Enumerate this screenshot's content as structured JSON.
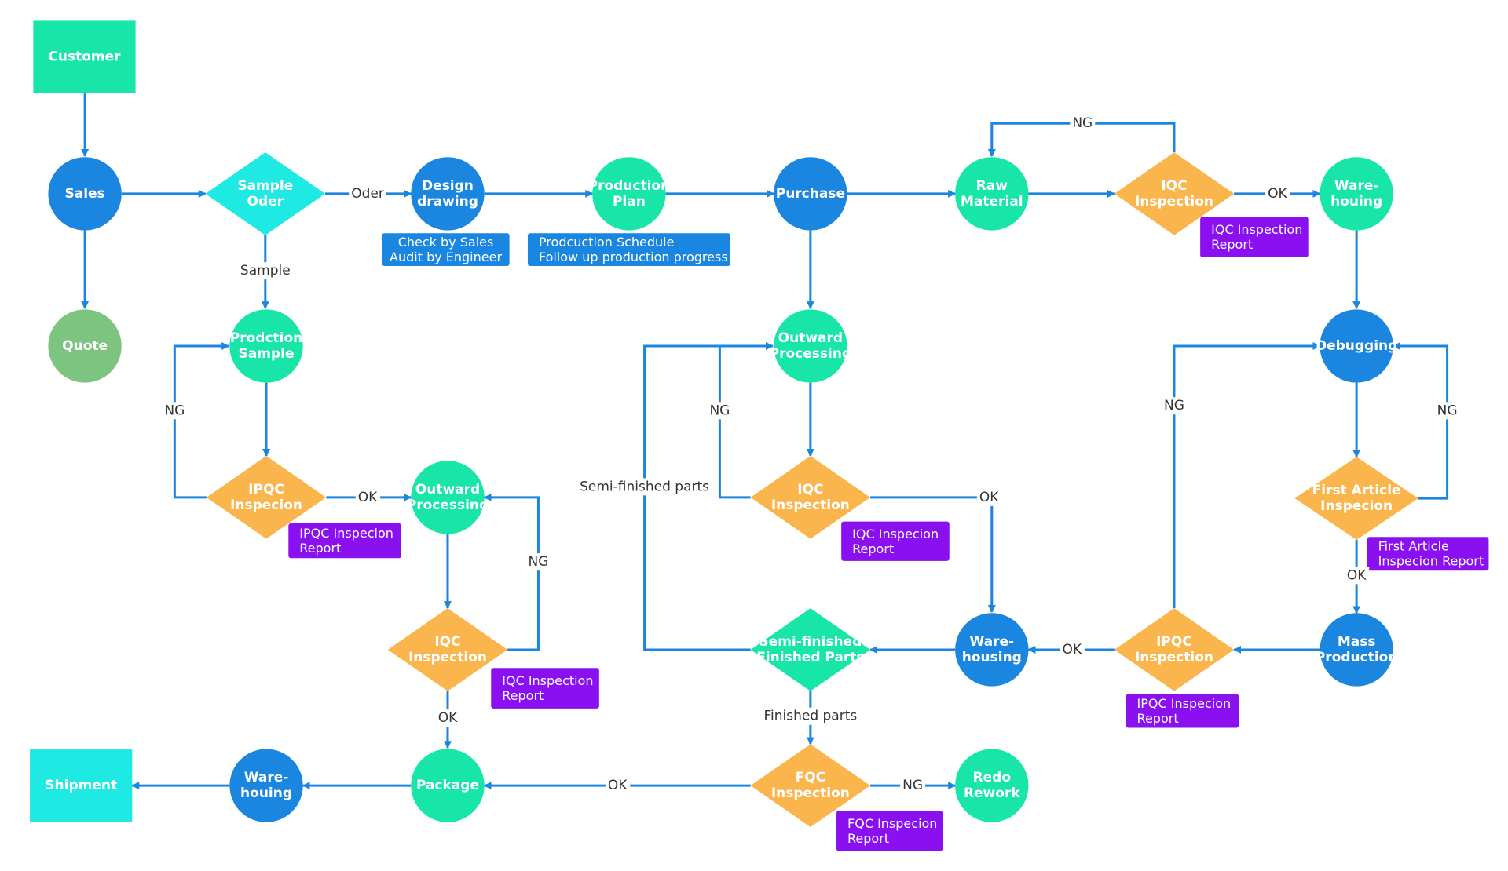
{
  "colors": {
    "edge": "#1b86e0",
    "blue": "#1a86df",
    "teal": "#17e6a8",
    "cyan": "#1ee9e3",
    "orange": "#fbb54d",
    "green": "#7dc481",
    "purple": "#8b10ef",
    "note_blue": "#1a86df"
  },
  "nodes": {
    "customer": {
      "lines": [
        "Customer"
      ],
      "shape": "rect",
      "color": "#17e6a8"
    },
    "sales": {
      "lines": [
        "Sales"
      ],
      "shape": "circle",
      "color": "#1a86df"
    },
    "quote": {
      "lines": [
        "Quote"
      ],
      "shape": "circle",
      "color": "#7dc481"
    },
    "sample_oder": {
      "lines": [
        "Sample",
        "Oder"
      ],
      "shape": "diamond",
      "color": "#1ee9e3"
    },
    "design_drawing": {
      "lines": [
        "Design",
        "drawing"
      ],
      "shape": "circle",
      "color": "#1a86df"
    },
    "production_plan": {
      "lines": [
        "Production",
        "Plan"
      ],
      "shape": "circle",
      "color": "#17e6a8"
    },
    "purchase": {
      "lines": [
        "Purchase"
      ],
      "shape": "circle",
      "color": "#1a86df"
    },
    "raw_material": {
      "lines": [
        "Raw",
        "Material"
      ],
      "shape": "circle",
      "color": "#17e6a8"
    },
    "iqc_top": {
      "lines": [
        "IQC",
        "Inspection"
      ],
      "shape": "diamond",
      "color": "#fbb54d"
    },
    "warehousing_top": {
      "lines": [
        "Ware-",
        "houing"
      ],
      "shape": "circle",
      "color": "#17e6a8"
    },
    "prodction_sample": {
      "lines": [
        "Prodction",
        "Sample"
      ],
      "shape": "circle",
      "color": "#17e6a8"
    },
    "ipqc_left": {
      "lines": [
        "IPQC",
        "Inspecion"
      ],
      "shape": "diamond",
      "color": "#fbb54d"
    },
    "outward_left": {
      "lines": [
        "Outward",
        "Processing"
      ],
      "shape": "circle",
      "color": "#17e6a8"
    },
    "iqc_left": {
      "lines": [
        "IQC",
        "Inspection"
      ],
      "shape": "diamond",
      "color": "#fbb54d"
    },
    "package": {
      "lines": [
        "Package"
      ],
      "shape": "circle",
      "color": "#17e6a8"
    },
    "warehousing_bottom": {
      "lines": [
        "Ware-",
        "houing"
      ],
      "shape": "circle",
      "color": "#1a86df"
    },
    "shipment": {
      "lines": [
        "Shipment"
      ],
      "shape": "rect",
      "color": "#1ee9e3"
    },
    "outward_mid": {
      "lines": [
        "Outward",
        "Processing"
      ],
      "shape": "circle",
      "color": "#17e6a8"
    },
    "iqc_mid": {
      "lines": [
        "IQC",
        "Inspection"
      ],
      "shape": "diamond",
      "color": "#fbb54d"
    },
    "warehousing_mid": {
      "lines": [
        "Ware-",
        "housing"
      ],
      "shape": "circle",
      "color": "#1a86df"
    },
    "semi_finished": {
      "lines": [
        "Semi-finished",
        "Finished Parts"
      ],
      "shape": "diamond",
      "color": "#17e6a8"
    },
    "fqc": {
      "lines": [
        "FQC",
        "Inspection"
      ],
      "shape": "diamond",
      "color": "#fbb54d"
    },
    "redo": {
      "lines": [
        "Redo",
        "Rework"
      ],
      "shape": "circle",
      "color": "#17e6a8"
    },
    "debugging": {
      "lines": [
        "Debugging"
      ],
      "shape": "circle",
      "color": "#1a86df"
    },
    "first_article": {
      "lines": [
        "First Article",
        "Inspecion"
      ],
      "shape": "diamond",
      "color": "#fbb54d"
    },
    "mass_production": {
      "lines": [
        "Mass",
        "Production"
      ],
      "shape": "circle",
      "color": "#1a86df"
    },
    "ipqc_right": {
      "lines": [
        "IPQC",
        "Inspection"
      ],
      "shape": "diamond",
      "color": "#fbb54d"
    }
  },
  "notes": {
    "check_sales": {
      "lines": [
        "Check by Sales",
        "Audit by Engineer"
      ],
      "color": "#1a86df"
    },
    "prod_schedule": {
      "lines": [
        "Prodcuction Schedule",
        "Follow up production progress"
      ],
      "color": "#1a86df"
    },
    "iqc_report_top": {
      "lines": [
        "IQC Inspection",
        "Report"
      ],
      "color": "#8b10ef"
    },
    "ipqc_report_left": {
      "lines": [
        "IPQC Inspecion",
        "Report"
      ],
      "color": "#8b10ef"
    },
    "iqc_report_left": {
      "lines": [
        "IQC Inspection",
        "Report"
      ],
      "color": "#8b10ef"
    },
    "iqc_report_mid": {
      "lines": [
        "IQC Inspecion",
        "Report"
      ],
      "color": "#8b10ef"
    },
    "first_article_report": {
      "lines": [
        "First Article",
        "Inspecion Report"
      ],
      "color": "#8b10ef"
    },
    "ipqc_report_right": {
      "lines": [
        "IPQC Inspecion",
        "Report"
      ],
      "color": "#8b10ef"
    },
    "fqc_report": {
      "lines": [
        "FQC Inspecion",
        "Report"
      ],
      "color": "#8b10ef"
    }
  },
  "edge_labels": {
    "oder": "Oder",
    "sample": "Sample",
    "ng_top": "NG",
    "ok_top": "OK",
    "ng_left_loop": "NG",
    "ok_ipqc_left": "OK",
    "ng_iqc_left": "NG",
    "ok_iqc_left": "OK",
    "ng_mid_loop": "NG",
    "ok_iqc_mid": "OK",
    "semi_parts": "Semi-finished parts",
    "finished_parts": "Finished parts",
    "ok_fqc": "OK",
    "ng_fqc": "NG",
    "ng_right_outer": "NG",
    "ng_right_inner": "NG",
    "ok_first_article": "OK",
    "ok_ipqc_right": "OK"
  }
}
